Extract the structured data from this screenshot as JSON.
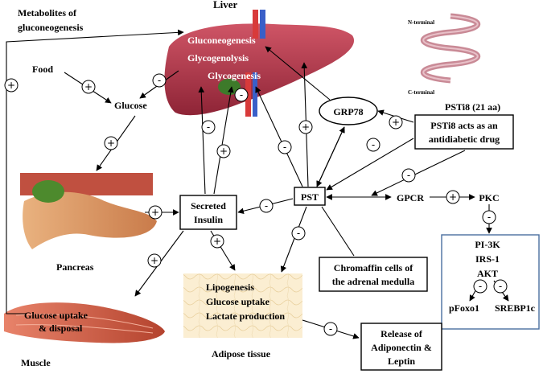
{
  "labels": {
    "metabolites": [
      "Metabolites of",
      "gluconeogenesis"
    ],
    "liver": "Liver",
    "liver_processes": [
      "Gluconeogenesis",
      "Glycogenolysis",
      "Glycogenesis"
    ],
    "n_terminal": "N-terminal",
    "c_terminal": "C-terminal",
    "psti8_peptide": "PSTi8 (21 aa)",
    "food": "Food",
    "glucose": "Glucose",
    "grp78": "GRP78",
    "psti8_drug": [
      "PSTi8 acts as an",
      "antidiabetic  drug"
    ],
    "pancreas": "Pancreas",
    "secreted_insulin": [
      "Secreted",
      "Insulin"
    ],
    "pst": "PST",
    "gpcr": "GPCR",
    "pkc": "PKC",
    "pathway": [
      "PI-3K",
      "IRS-1",
      "AKT"
    ],
    "pfoxo1": "pFoxo1",
    "srebp1c": "SREBP1c",
    "chromaffin": [
      "Chromaffin  cells of",
      "the adrenal medulla"
    ],
    "adipose_processes": [
      "Lipogenesis",
      "Glucose uptake",
      "Lactate production"
    ],
    "adipose": "Adipose tissue",
    "muscle_process": [
      "Glucose uptake",
      "& disposal"
    ],
    "muscle": "Muscle",
    "release": [
      "Release of",
      "Adiponectin  &",
      "Leptin"
    ]
  },
  "signs": {
    "plus": "+",
    "minus": "-"
  },
  "colors": {
    "liver": "#b5344a",
    "pancreas": "#e0a070",
    "muscle": "#c8553a",
    "adipose": "#fbeed2",
    "helix": "#c98a96",
    "pathway_box_border": "#4a6fa0"
  },
  "images": [
    "liver-image",
    "pancreas-image",
    "muscle-image",
    "adipose-tissue-image",
    "helix-peptide-image"
  ]
}
